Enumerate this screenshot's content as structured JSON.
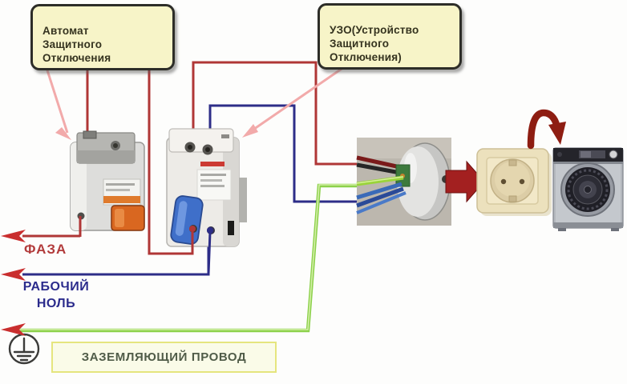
{
  "callouts": {
    "breaker": "Автомат\nЗащитного\nОтключения",
    "rcd": "УЗО(Устройство\nЗащитного\nОтключения)"
  },
  "wire_labels": {
    "phase": "ФАЗА",
    "neutral": "РАБОЧИЙ\nНОЛЬ",
    "ground": "ЗАЗЕМЛЯЮЩИЙ ПРОВОД"
  },
  "components": {
    "breaker": "circuit-breaker-photo",
    "rcd": "rcd-device-photo",
    "junction": "junction-box-photo",
    "socket": "wall-socket-photo",
    "washer": "washing-machine-photo",
    "earth": "protective-earth-icon"
  },
  "colors": {
    "phase_wire": "#b03636",
    "neutral_wire": "#2d2d88",
    "ground_wire": "#8cd14b",
    "ground_wire_hi": "#d4efa8",
    "callout_line": "#f2aaaa",
    "edge_arrow_red": "#c92e2e",
    "arrow_dark_red": "#a32020",
    "curved_arrow": "#8e1d12",
    "label_box_bg": "#f7f4c8",
    "label_box_border": "#2d2d28",
    "phase_text": "#b23b3b",
    "neutral_text": "#2b2b8c",
    "ground_text": "#505c48",
    "ground_box_bg": "#fafbe8",
    "ground_box_border": "#e5e57e"
  }
}
